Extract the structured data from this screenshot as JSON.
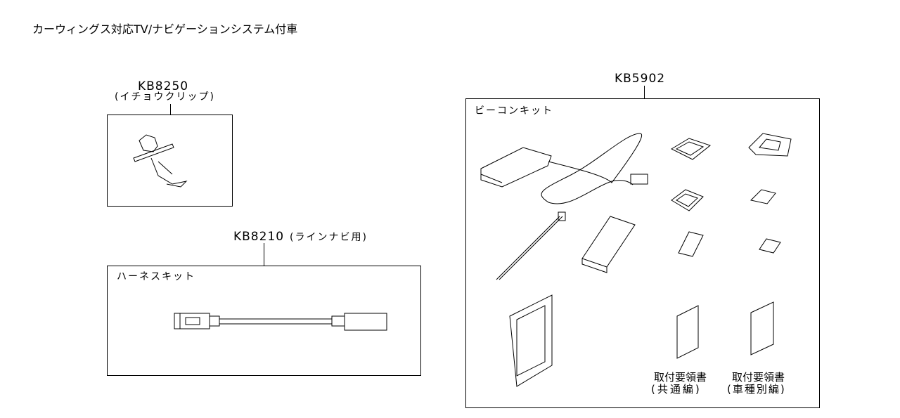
{
  "title": "カーウィングス対応TV/ナビゲーションシステム付車",
  "parts": {
    "clip": {
      "code": "KB8250",
      "name": "(イチョウクリップ)"
    },
    "harness": {
      "code": "KB8210",
      "note": "(ラインナビ用)",
      "kit_label": "ハーネスキット"
    },
    "beacon": {
      "code": "KB5902",
      "kit_label": "ビーコンキット",
      "manual_common": {
        "line1": "取付要領書",
        "line2": "(共通編)"
      },
      "manual_model": {
        "line1": "取付要領書",
        "line2": "(車種別編)"
      }
    }
  }
}
